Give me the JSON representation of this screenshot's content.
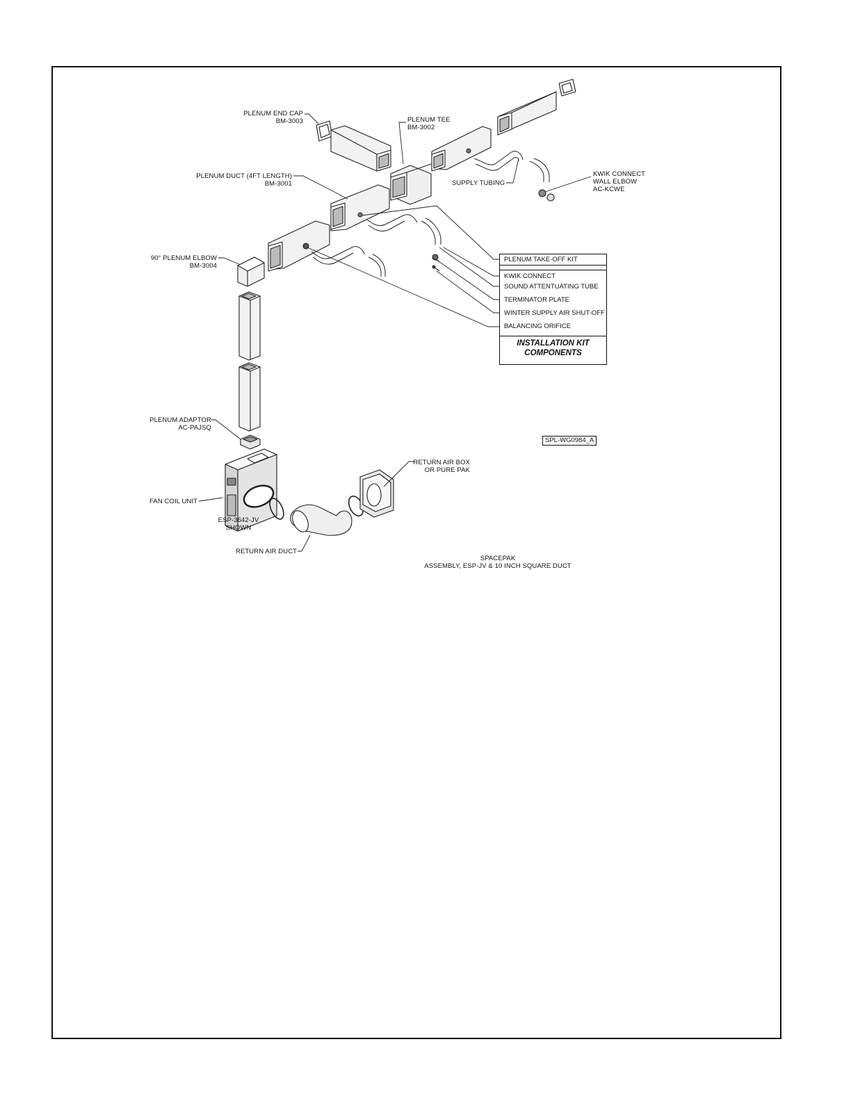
{
  "labels": {
    "plenum_end_cap": [
      "PLENUM END CAP",
      "BM-3003"
    ],
    "plenum_tee": [
      "PLENUM TEE",
      "BM-3002"
    ],
    "plenum_duct": [
      "PLENUM DUCT (4FT LENGTH)",
      "BM-3001"
    ],
    "supply_tubing": "SUPPLY TUBING",
    "kwik_connect_wall_elbow": [
      "KWIK CONNECT",
      "WALL ELBOW",
      "AC-KCWE"
    ],
    "plenum_elbow": [
      "90° PLENUM ELBOW",
      "BM-3004"
    ],
    "plenum_adaptor": [
      "PLENUM  ADAPTOR",
      "AC-PAJSQ"
    ],
    "fan_coil_unit": "FAN COIL UNIT",
    "esp_model": [
      "ESP-3642-JV",
      "SHOWN"
    ],
    "return_air_box": [
      "RETURN AIR BOX",
      "OR PURE PAK"
    ],
    "return_air_duct": "RETURN AIR DUCT"
  },
  "installation_kit": {
    "items": [
      "PLENUM TAKE-OFF KIT",
      "KWIK CONNECT",
      "SOUND ATTENTUATING TUBE",
      "TERMINATOR PLATE",
      "WINTER SUPPLY AIR SHUT-OFF",
      "BALANCING ORIFICE"
    ],
    "title": [
      "INSTALLATION KIT",
      "COMPONENTS"
    ]
  },
  "drawing_code": "SPL-WG0984_A",
  "caption": [
    "SPACEPAK",
    "ASSEMBLY, ESP-JV & 10 INCH SQUARE DUCT"
  ]
}
